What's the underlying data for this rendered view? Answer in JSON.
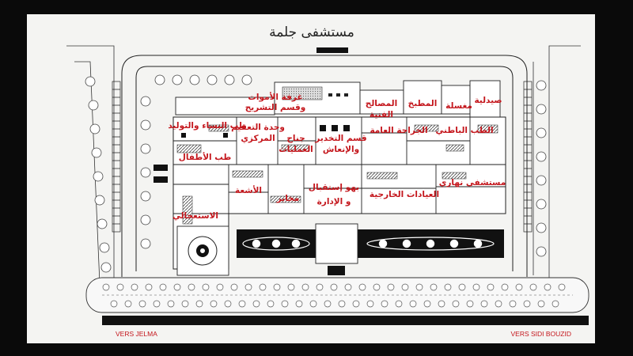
{
  "plan_title": "مستشفى جلمة",
  "road_labels": {
    "left": "VERS JELMA",
    "right": "VERS SIDI BOUZID"
  },
  "rooms": [
    {
      "key": "morgue",
      "lines": [
        "غرفة الأموات",
        "وقسم التشريح"
      ]
    },
    {
      "key": "technical_services",
      "lines": [
        "المصالح",
        "الفنية"
      ]
    },
    {
      "key": "kitchen",
      "lines": [
        "المطبخ"
      ]
    },
    {
      "key": "laundry",
      "lines": [
        "مغسلة"
      ]
    },
    {
      "key": "pharmacy",
      "lines": [
        "صيدلية"
      ]
    },
    {
      "key": "sterilization",
      "lines": [
        "وحدة التعقيم",
        "المركزي"
      ]
    },
    {
      "key": "gynecology",
      "lines": [
        "طب النساء والتوليد"
      ]
    },
    {
      "key": "operating_wing",
      "lines": [
        "جناح",
        "العمليات"
      ]
    },
    {
      "key": "anesthesia",
      "lines": [
        "قسم التخدير",
        "والإنعاش"
      ]
    },
    {
      "key": "general_surgery",
      "lines": [
        "الجراحة العامة"
      ]
    },
    {
      "key": "internal_medicine",
      "lines": [
        "الطب الباطني"
      ]
    },
    {
      "key": "pediatrics",
      "lines": [
        "طب الأطفال"
      ]
    },
    {
      "key": "radiology",
      "lines": [
        "الأشعة"
      ]
    },
    {
      "key": "laboratories",
      "lines": [
        "مخابر"
      ]
    },
    {
      "key": "reception",
      "lines": [
        "بهو إستقبال",
        "و الإدارة"
      ]
    },
    {
      "key": "outpatient",
      "lines": [
        "العيادات الخارجية"
      ]
    },
    {
      "key": "day_hospital",
      "lines": [
        "مستشفى نهاري"
      ]
    },
    {
      "key": "emergency",
      "lines": [
        "الاستعجالي"
      ]
    }
  ]
}
